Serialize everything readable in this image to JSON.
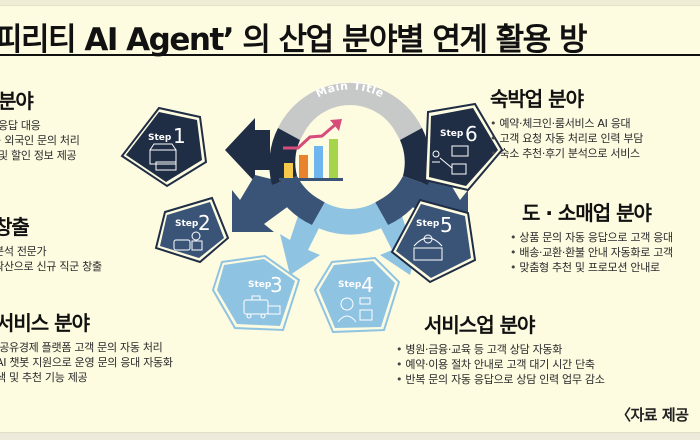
{
  "title": "피리티 AI Agent’ 의 산업 분야별 연계 활용 방",
  "center": {
    "label": "Main Title",
    "icon": "bar-chart-growth-icon",
    "bar_colors": [
      "#f6c94a",
      "#e8822c",
      "#6fb5ef",
      "#a5d64a"
    ],
    "arrow_color": "#d64d7b"
  },
  "colors": {
    "background": "#fdfbe0",
    "dark_navy": "#1f2d45",
    "mid_navy": "#3a5478",
    "light_blue": "#8fc3e2",
    "ring_gray": "#c7c8c8"
  },
  "steps": [
    {
      "label": "Step",
      "num": "1",
      "icon": "storefront-icon"
    },
    {
      "label": "Step",
      "num": "2",
      "icon": "taxi-driver-icon"
    },
    {
      "label": "Step",
      "num": "3",
      "icon": "vehicles-icon"
    },
    {
      "label": "Step",
      "num": "4",
      "icon": "customer-support-icon"
    },
    {
      "label": "Step",
      "num": "5",
      "icon": "payment-robot-icon"
    },
    {
      "label": "Step",
      "num": "6",
      "icon": "delivery-network-icon"
    }
  ],
  "sections": {
    "top_left": {
      "heading": "분야",
      "items": [
        "응답 대응",
        "· 외국인 문의 처리",
        "및 할인 정보 제공"
      ]
    },
    "mid_left": {
      "heading": "창출",
      "items": [
        "분석 전문가",
        "확산으로 신규 직군 창출"
      ]
    },
    "bottom_left": {
      "heading": "서비스 분야",
      "items": [
        "·공유경제 플랫폼 고객 문의 자동 처리",
        "AI 챗봇 지원으로 운영 문의 응대 자동화",
        "색 및 추천 기능 제공"
      ]
    },
    "top_right": {
      "heading": "숙박업 분야",
      "items": [
        "예약·체크인·룸서비스 AI 응대",
        "고객 요청 자동 처리로 인력 부담",
        "숙소 추천·후기 분석으로 서비스"
      ]
    },
    "mid_right": {
      "heading": "도 · 소매업 분야",
      "items": [
        "상품 문의 자동 응답으로 고객 응대",
        "배송·교환·환불 안내 자동화로 고객",
        "맞춤형 추천 및 프로모션 안내로"
      ]
    },
    "bottom_right": {
      "heading": "서비스업 분야",
      "items": [
        "병원·금융·교육 등 고객 상담 자동화",
        "예약·이용 절차 안내로 고객 대기 시간 단축",
        "반복 문의 자동 응답으로 상담 인력 업무 감소"
      ]
    }
  },
  "source": "〈자료 제공"
}
